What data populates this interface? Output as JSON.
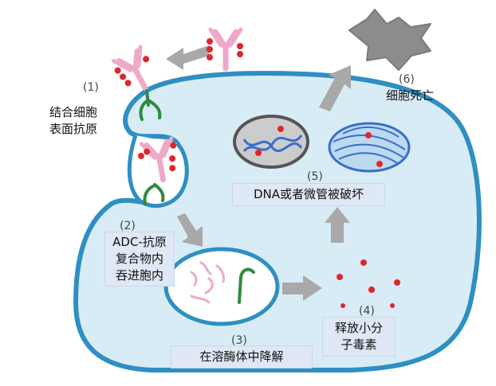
{
  "steps": [
    {
      "num": "(1)",
      "lines": [
        "结合细胞",
        "表面抗原"
      ]
    },
    {
      "num": "(2)",
      "lines": [
        "ADC-抗原",
        "复合物内",
        "吞进胞内"
      ]
    },
    {
      "num": "(3)",
      "lines": [
        "在溶酶体中降解"
      ]
    },
    {
      "num": "(4)",
      "lines": [
        "释放小分",
        "子毒素"
      ]
    },
    {
      "num": "(5)",
      "lines": [
        "DNA或者微管被破坏"
      ]
    },
    {
      "num": "(6)",
      "lines": [
        "细胞死亡"
      ]
    }
  ],
  "colors": {
    "cell_fill": "#d8ecf6",
    "cell_border": "#2e8fc2",
    "arrow": "#a9a9a9",
    "antibody": "#efa9c8",
    "payload": "#e0262b",
    "antigen": "#2f8a3c",
    "label_box": "#dfe8f4"
  }
}
